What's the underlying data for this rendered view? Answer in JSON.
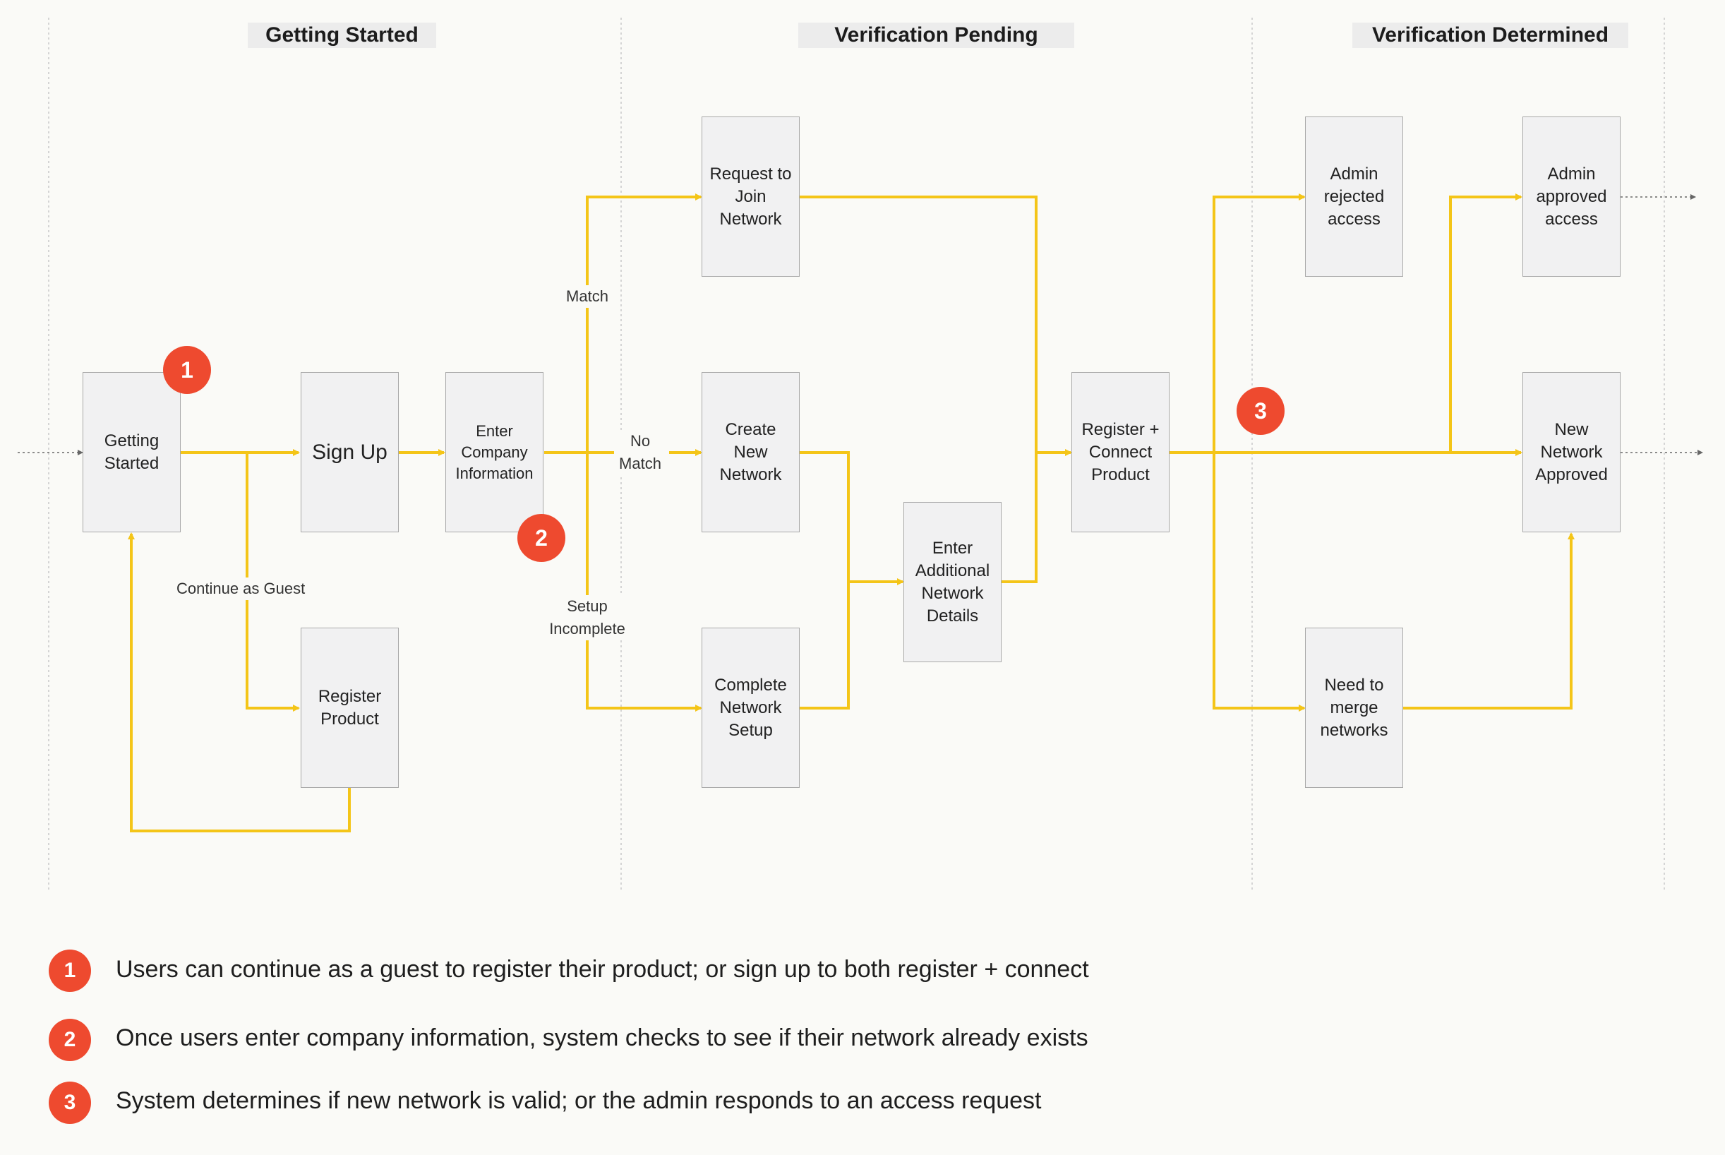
{
  "lanes": [
    {
      "title": "Getting Started"
    },
    {
      "title": "Verification Pending"
    },
    {
      "title": "Verification Determined"
    }
  ],
  "nodes": {
    "getting_started": "Getting Started",
    "sign_up": "Sign Up",
    "enter_company": "Enter Company Information",
    "register_product": "Register Product",
    "request_join": "Request to Join Network",
    "create_network": "Create New Network",
    "complete_setup": "Complete Network Setup",
    "additional_details": "Enter Additional Network Details",
    "register_connect": "Register + Connect Product",
    "admin_rejected": "Admin rejected access",
    "admin_approved": "Admin approved access",
    "new_network_approved": "New Network Approved",
    "need_merge": "Need to merge networks"
  },
  "edge_labels": {
    "guest": "Continue as Guest",
    "match": "Match",
    "no_match": "No Match",
    "setup_incomplete": "Setup Incomplete"
  },
  "badges": [
    "1",
    "2",
    "3"
  ],
  "notes": [
    {
      "badge": "1",
      "text": "Users can continue as a guest to register their product; or sign up to both register + connect"
    },
    {
      "badge": "2",
      "text": "Once users enter company information, system checks to see if their network already exists"
    },
    {
      "badge": "3",
      "text": "System determines if new network is valid; or the admin responds to an access request"
    }
  ],
  "colors": {
    "connector": "#f4c518",
    "badge": "#ee4a2f",
    "node_fill": "#f1f1f2",
    "node_border": "#a8a8a8",
    "lane_divider": "#c8c8c8",
    "lane_title_bg": "#ececec"
  }
}
